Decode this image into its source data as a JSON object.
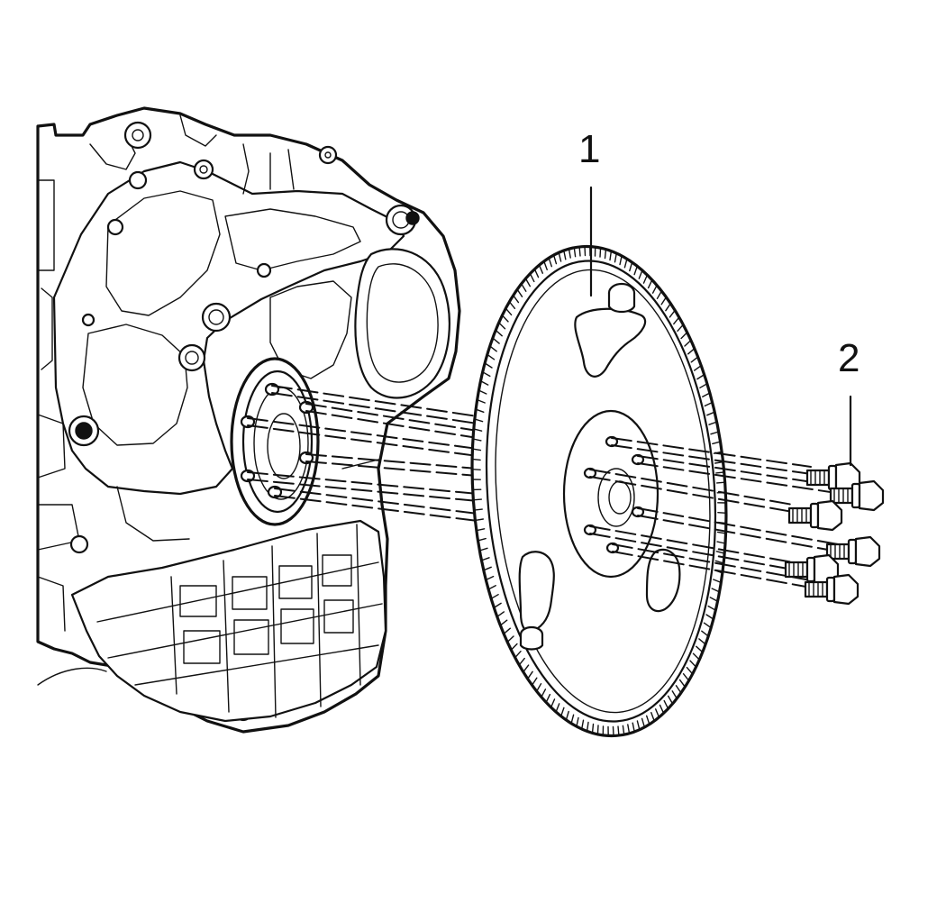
{
  "callouts": [
    {
      "id": "1",
      "label": "1",
      "part": "flywheel"
    },
    {
      "id": "2",
      "label": "2",
      "part": "flywheel-bolts"
    }
  ],
  "colors": {
    "ink": "#111111",
    "paper": "#ffffff"
  }
}
